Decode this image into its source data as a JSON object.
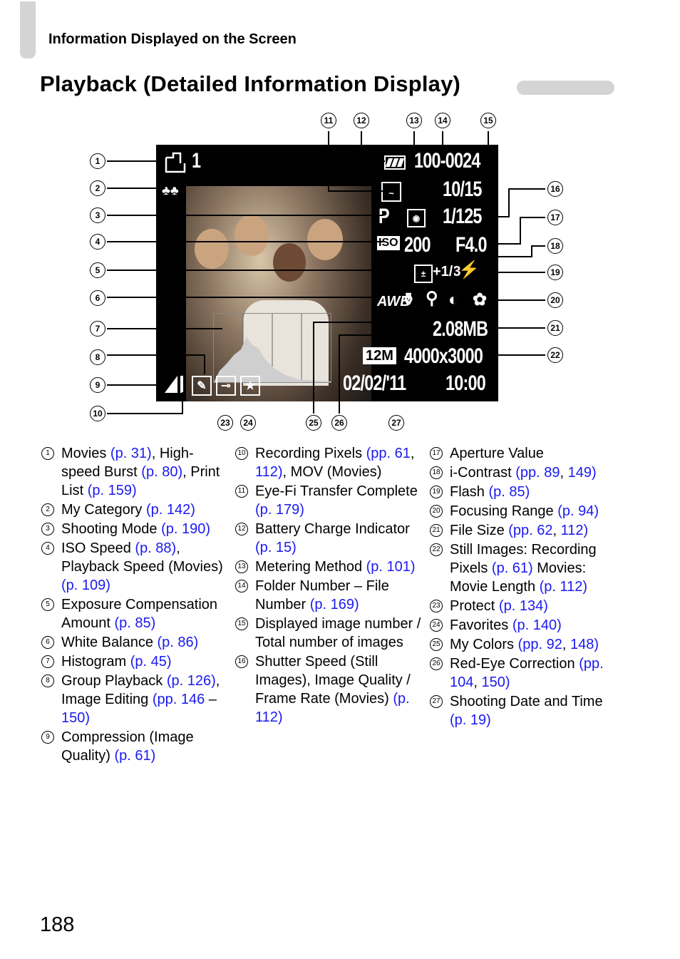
{
  "header": {
    "section_label": "Information Displayed on the Screen",
    "title": "Playback (Detailed Information Display)"
  },
  "screen": {
    "print_count": "1",
    "folder_file": "100-0024",
    "image_count": "10/15",
    "shutter": "1/125",
    "mode": "P",
    "iso_icon": "ISO",
    "iso_value": "200",
    "aperture": "F4.0",
    "exposure_comp": "+1/3",
    "awb": "AWB",
    "file_size": "2.08MB",
    "pixels_icon": "12M",
    "resolution": "4000x3000",
    "date": "02/02/'11",
    "time": "10:00",
    "icons": [
      "print-list-icon",
      "my-category-icon",
      "eyefi-icon",
      "battery-icon",
      "metering-icon",
      "exposure-comp-icon",
      "flash-icon",
      "i-contrast-icon",
      "macro-icon",
      "my-colors-icon",
      "red-eye-icon",
      "compression-icon",
      "group-playback-icon",
      "protect-icon",
      "favorites-icon"
    ]
  },
  "callouts": [
    "①",
    "②",
    "③",
    "④",
    "⑤",
    "⑥",
    "⑦",
    "⑧",
    "⑨",
    "⑩",
    "⑪",
    "⑫",
    "⑬",
    "⑭",
    "⑮",
    "⑯",
    "⑰",
    "⑱",
    "⑲",
    "⑳",
    "㉑",
    "㉒",
    "㉓",
    "㉔",
    "㉕",
    "㉖",
    "㉗"
  ],
  "legend": {
    "col1": [
      {
        "n": "1",
        "parts": [
          [
            "t",
            "Movies "
          ],
          [
            "r",
            "(p. 31)"
          ],
          [
            "t",
            ", High-speed Burst "
          ],
          [
            "r",
            "(p. 80)"
          ],
          [
            "t",
            ", Print List "
          ],
          [
            "r",
            "(p. 159)"
          ]
        ]
      },
      {
        "n": "2",
        "parts": [
          [
            "t",
            "My Category "
          ],
          [
            "r",
            "(p. 142)"
          ]
        ]
      },
      {
        "n": "3",
        "parts": [
          [
            "t",
            "Shooting Mode "
          ],
          [
            "r",
            "(p. 190)"
          ]
        ]
      },
      {
        "n": "4",
        "parts": [
          [
            "t",
            "ISO Speed "
          ],
          [
            "r",
            "(p. 88)"
          ],
          [
            "t",
            ", Playback Speed (Movies) "
          ],
          [
            "r",
            "(p. 109)"
          ]
        ]
      },
      {
        "n": "5",
        "parts": [
          [
            "t",
            "Exposure Compensation Amount "
          ],
          [
            "r",
            "(p. 85)"
          ]
        ]
      },
      {
        "n": "6",
        "parts": [
          [
            "t",
            "White Balance "
          ],
          [
            "r",
            "(p. 86)"
          ]
        ]
      },
      {
        "n": "7",
        "parts": [
          [
            "t",
            "Histogram "
          ],
          [
            "r",
            "(p. 45)"
          ]
        ]
      },
      {
        "n": "8",
        "parts": [
          [
            "t",
            "Group Playback "
          ],
          [
            "r",
            "(p. 126)"
          ],
          [
            "t",
            ", Image Editing "
          ],
          [
            "r",
            "(pp. 146"
          ],
          [
            "t",
            " – "
          ],
          [
            "r",
            "150)"
          ]
        ]
      },
      {
        "n": "9",
        "parts": [
          [
            "t",
            "Compression (Image Quality) "
          ],
          [
            "r",
            "(p. 61)"
          ]
        ]
      }
    ],
    "col2": [
      {
        "n": "10",
        "parts": [
          [
            "t",
            "Recording Pixels "
          ],
          [
            "r",
            "(pp. 61"
          ],
          [
            "t",
            ", "
          ],
          [
            "r",
            "112)"
          ],
          [
            "t",
            ", MOV (Movies)"
          ]
        ]
      },
      {
        "n": "11",
        "parts": [
          [
            "t",
            "Eye-Fi Transfer Complete "
          ],
          [
            "r",
            "(p. 179)"
          ]
        ]
      },
      {
        "n": "12",
        "parts": [
          [
            "t",
            "Battery Charge Indicator "
          ],
          [
            "r",
            "(p. 15)"
          ]
        ]
      },
      {
        "n": "13",
        "parts": [
          [
            "t",
            "Metering Method "
          ],
          [
            "r",
            "(p. 101)"
          ]
        ]
      },
      {
        "n": "14",
        "parts": [
          [
            "t",
            "Folder Number – File Number "
          ],
          [
            "r",
            "(p. 169)"
          ]
        ]
      },
      {
        "n": "15",
        "parts": [
          [
            "t",
            "Displayed image number / Total number of images"
          ]
        ]
      },
      {
        "n": "16",
        "parts": [
          [
            "t",
            "Shutter Speed (Still Images), Image Quality / Frame Rate (Movies) "
          ],
          [
            "r",
            "(p. 112)"
          ]
        ]
      }
    ],
    "col3": [
      {
        "n": "17",
        "parts": [
          [
            "t",
            "Aperture Value"
          ]
        ]
      },
      {
        "n": "18",
        "parts": [
          [
            "t",
            "i-Contrast "
          ],
          [
            "r",
            "(pp. 89"
          ],
          [
            "t",
            ", "
          ],
          [
            "r",
            "149)"
          ]
        ]
      },
      {
        "n": "19",
        "parts": [
          [
            "t",
            "Flash "
          ],
          [
            "r",
            "(p. 85)"
          ]
        ]
      },
      {
        "n": "20",
        "parts": [
          [
            "t",
            "Focusing Range "
          ],
          [
            "r",
            "(p. 94)"
          ]
        ]
      },
      {
        "n": "21",
        "parts": [
          [
            "t",
            "File Size "
          ],
          [
            "r",
            "(pp. 62"
          ],
          [
            "t",
            ", "
          ],
          [
            "r",
            "112)"
          ]
        ]
      },
      {
        "n": "22",
        "parts": [
          [
            "t",
            "Still Images: Recording Pixels "
          ],
          [
            "r",
            "(p. 61)"
          ],
          [
            "t",
            " Movies: Movie Length "
          ],
          [
            "r",
            "(p. 112)"
          ]
        ]
      },
      {
        "n": "23",
        "parts": [
          [
            "t",
            "Protect "
          ],
          [
            "r",
            "(p. 134)"
          ]
        ]
      },
      {
        "n": "24",
        "parts": [
          [
            "t",
            "Favorites "
          ],
          [
            "r",
            "(p. 140)"
          ]
        ]
      },
      {
        "n": "25",
        "parts": [
          [
            "t",
            "My Colors "
          ],
          [
            "r",
            "(pp. 92"
          ],
          [
            "t",
            ", "
          ],
          [
            "r",
            "148)"
          ]
        ]
      },
      {
        "n": "26",
        "parts": [
          [
            "t",
            "Red-Eye Correction "
          ],
          [
            "r",
            "(pp. 104"
          ],
          [
            "t",
            ", "
          ],
          [
            "r",
            "150)"
          ]
        ]
      },
      {
        "n": "27",
        "parts": [
          [
            "t",
            "Shooting Date and Time "
          ],
          [
            "r",
            "(p. 19)"
          ]
        ]
      }
    ]
  },
  "page_number": "188"
}
